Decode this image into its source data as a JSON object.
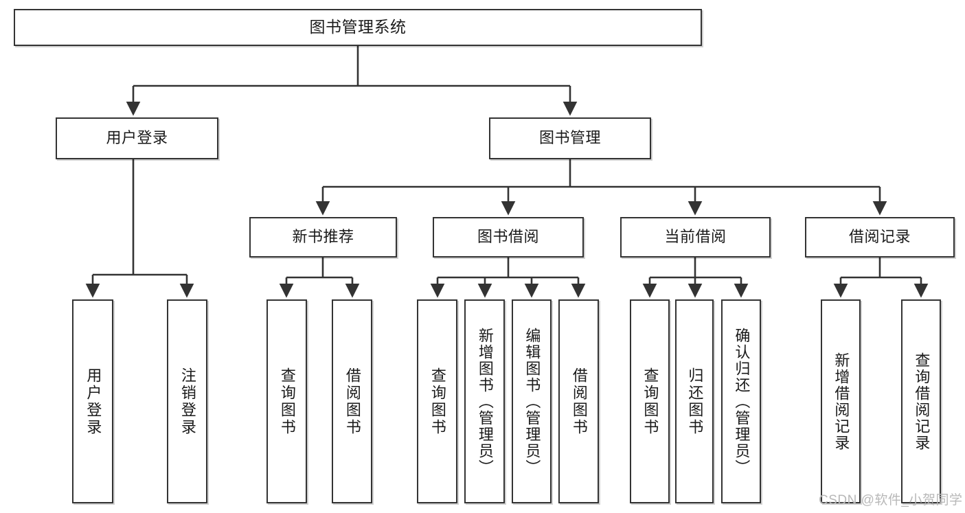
{
  "diagram": {
    "type": "tree",
    "title": "图书管理系统",
    "orientation": "top-down",
    "colors": {
      "box_border": "#333333",
      "box_fill": "#ffffff",
      "connector": "#333333",
      "text": "#1a1a1a",
      "watermark": "#b8b8b8"
    },
    "watermark": "CSDN @软件_小贺同学",
    "levels": {
      "root": "图书管理系统",
      "level1": [
        "用户登录",
        "图书管理"
      ],
      "level2": [
        "新书推荐",
        "图书借阅",
        "当前借阅",
        "借阅记录"
      ]
    },
    "nodes": {
      "root": {
        "label": "图书管理系统"
      },
      "user_login": {
        "label": "用户登录"
      },
      "book_manage": {
        "label": "图书管理"
      },
      "new_book_rec": {
        "label": "新书推荐"
      },
      "book_borrow": {
        "label": "图书借阅"
      },
      "current_borrow": {
        "label": "当前借阅"
      },
      "borrow_record": {
        "label": "借阅记录"
      },
      "leaf_user_login": {
        "label": "用户登录"
      },
      "leaf_logout": {
        "label": "注销登录"
      },
      "leaf_query_book_1": {
        "label": "查询图书"
      },
      "leaf_borrow_book_1": {
        "label": "借阅图书"
      },
      "leaf_query_book_2": {
        "label": "查询图书"
      },
      "leaf_add_book": {
        "label": "新增图书（管理员）"
      },
      "leaf_edit_book": {
        "label": "编辑图书（管理员）"
      },
      "leaf_borrow_book_2": {
        "label": "借阅图书"
      },
      "leaf_query_book_3": {
        "label": "查询图书"
      },
      "leaf_return_book": {
        "label": "归还图书"
      },
      "leaf_confirm_return": {
        "label": "确认归还（管理员）"
      },
      "leaf_add_record": {
        "label": "新增借阅记录"
      },
      "leaf_query_record": {
        "label": "查询借阅记录"
      }
    },
    "edges": [
      {
        "from": "root",
        "to": "user_login"
      },
      {
        "from": "root",
        "to": "book_manage"
      },
      {
        "from": "user_login",
        "to": "leaf_user_login"
      },
      {
        "from": "user_login",
        "to": "leaf_logout"
      },
      {
        "from": "book_manage",
        "to": "new_book_rec"
      },
      {
        "from": "book_manage",
        "to": "book_borrow"
      },
      {
        "from": "book_manage",
        "to": "current_borrow"
      },
      {
        "from": "book_manage",
        "to": "borrow_record"
      },
      {
        "from": "new_book_rec",
        "to": "leaf_query_book_1"
      },
      {
        "from": "new_book_rec",
        "to": "leaf_borrow_book_1"
      },
      {
        "from": "book_borrow",
        "to": "leaf_query_book_2"
      },
      {
        "from": "book_borrow",
        "to": "leaf_add_book"
      },
      {
        "from": "book_borrow",
        "to": "leaf_edit_book"
      },
      {
        "from": "book_borrow",
        "to": "leaf_borrow_book_2"
      },
      {
        "from": "current_borrow",
        "to": "leaf_query_book_3"
      },
      {
        "from": "current_borrow",
        "to": "leaf_return_book"
      },
      {
        "from": "current_borrow",
        "to": "leaf_confirm_return"
      },
      {
        "from": "borrow_record",
        "to": "leaf_add_record"
      },
      {
        "from": "borrow_record",
        "to": "leaf_query_record"
      }
    ]
  }
}
